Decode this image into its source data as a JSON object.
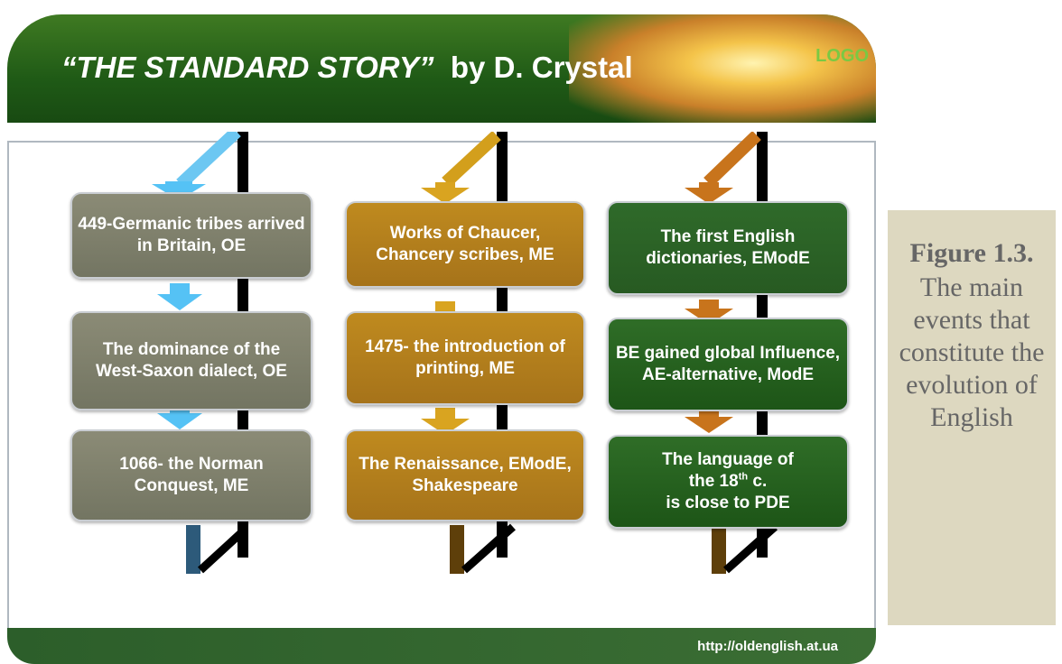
{
  "header": {
    "title_quoted": "“THE STANDARD STORY”",
    "title_rest": "by D. Crystal",
    "logo": "LOGO"
  },
  "columns": [
    {
      "color": "#8b8b76",
      "arrow_color": "#5fc8f5",
      "boxes": [
        {
          "text": "449-Germanic tribes arrived in Britain, OE"
        },
        {
          "text": "The dominance of the West-Saxon dialect, OE"
        },
        {
          "text": "1066- the Norman Conquest, ME"
        }
      ]
    },
    {
      "color": "#b8841d",
      "arrow_color": "#d9a420",
      "boxes": [
        {
          "text": "Works of Chaucer, Chancery scribes, ME"
        },
        {
          "text": "1475- the introduction of printing, ME"
        },
        {
          "text": "The Renaissance, EModE, Shakespeare"
        }
      ]
    },
    {
      "color": "#2a6423",
      "arrow_color": "#c8741c",
      "boxes": [
        {
          "text": "The first English dictionaries, EModE"
        },
        {
          "text": "BE gained global Influence, AE-alternative, ModE"
        },
        {
          "line1": "The language of",
          "line2_pre": "the 18",
          "line2_sup": "th",
          "line2_post": " c.",
          "line3": "is close to PDE"
        }
      ]
    }
  ],
  "footer": {
    "url": "http://oldenglish.at.ua"
  },
  "figure": {
    "title": "Figure 1.3.",
    "caption": "The main events that constitute the evolution of English"
  }
}
